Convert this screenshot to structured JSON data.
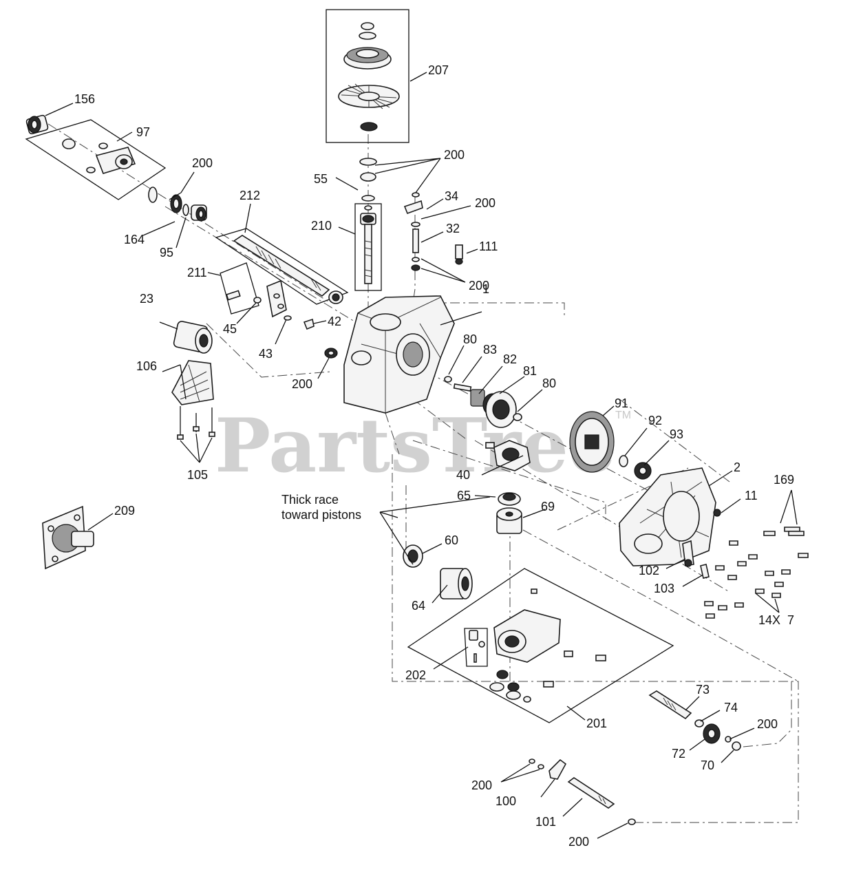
{
  "watermark": {
    "text": "PartsTree",
    "tm": "TM"
  },
  "note": {
    "line1": "Thick race",
    "line2": "toward pistons"
  },
  "callouts": {
    "c207": "207",
    "c156": "156",
    "c97": "97",
    "c200a": "200",
    "c200b": "200",
    "c200c": "200",
    "c200d": "200",
    "c200e": "200",
    "c200f": "200",
    "c200g": "200",
    "c200h": "200",
    "c55": "55",
    "c34": "34",
    "c212": "212",
    "c32": "32",
    "c210": "210",
    "c111": "111",
    "c164": "164",
    "c95": "95",
    "c211": "211",
    "c1": "1",
    "c23": "23",
    "c42": "42",
    "c45": "45",
    "c43": "43",
    "c80a": "80",
    "c83": "83",
    "c82": "82",
    "c81": "81",
    "c80b": "80",
    "c106": "106",
    "c91": "91",
    "c92": "92",
    "c93": "93",
    "c105": "105",
    "c2": "2",
    "c169": "169",
    "c40": "40",
    "c11": "11",
    "c65": "65",
    "c69": "69",
    "c209": "209",
    "c60": "60",
    "c102": "102",
    "c103": "103",
    "c64": "64",
    "c14x7": "14X  7",
    "c202": "202",
    "c73": "73",
    "c74": "74",
    "c201": "201",
    "c72": "72",
    "c70": "70",
    "c100": "100",
    "c101": "101"
  }
}
